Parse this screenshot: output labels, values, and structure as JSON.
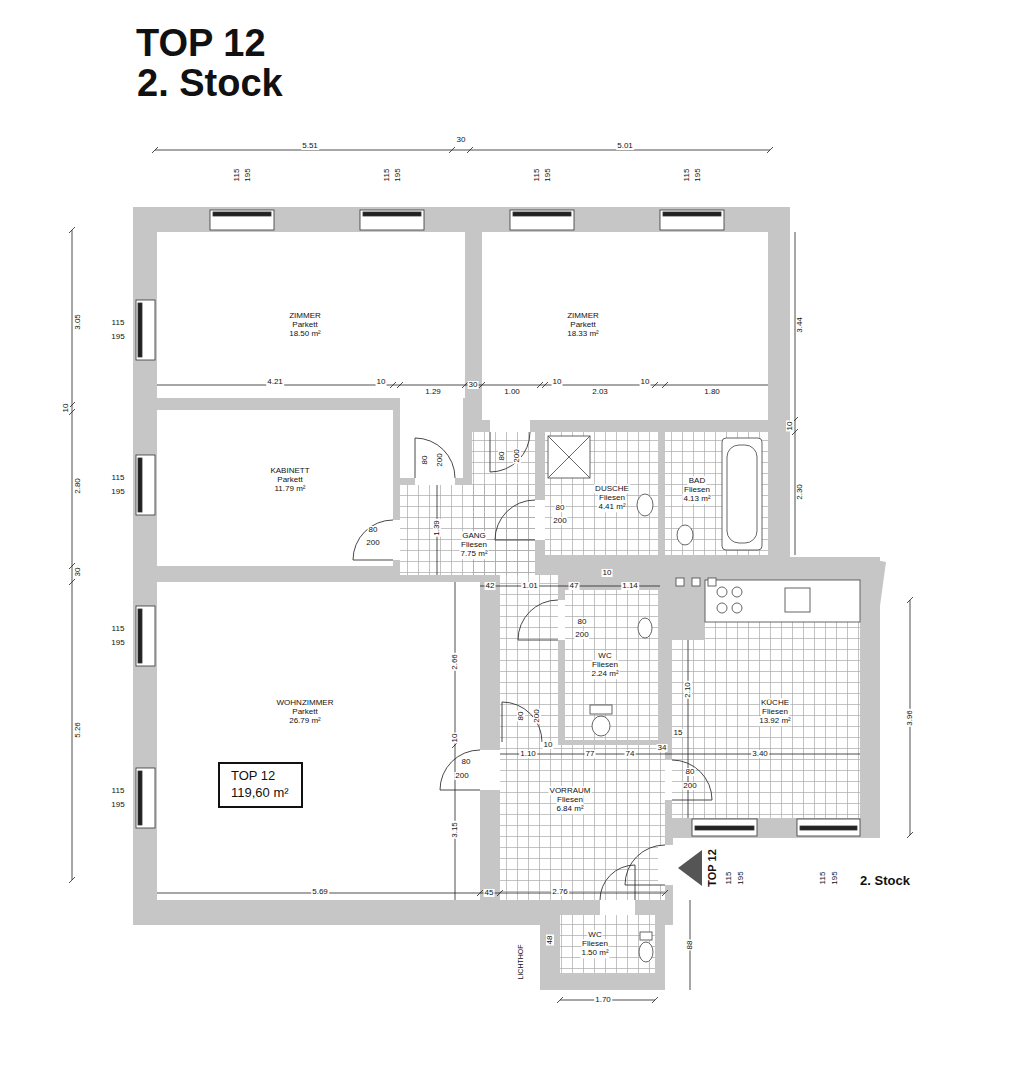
{
  "diagram": {
    "title": "TOP 12",
    "nodes": [
      {
        "text": [
          "ZIMMER",
          "Parkett",
          "18.50 m²"
        ]
      },
      {
        "text": [
          "ZIMMER",
          "Parkett",
          "18.33 m²"
        ]
      },
      {
        "text": [
          "KABINETT",
          "Parkett",
          "11.79 m²"
        ]
      },
      {
        "text": [
          "GANG",
          "Fliesen",
          "7.75 m²"
        ]
      },
      {
        "text": [
          "DUSCHE",
          "Fliesen",
          "4.41 m²"
        ]
      },
      {
        "text": [
          "BAD",
          "Fliesen",
          "4.13 m²"
        ]
      },
      {
        "text": [
          "WOHNZIMMER",
          "Parkett",
          "26.79 m²"
        ]
      },
      {
        "text": [
          "TOP 12",
          "119,60 m²"
        ],
        "in": 6
      },
      {
        "text": [
          "WC",
          "Fliesen",
          "2.24 m²"
        ]
      },
      {
        "text": [
          "KÜCHE",
          "Fliesen",
          "13.92 m²"
        ]
      },
      {
        "text": [
          "VORRAUM",
          "Fliesen",
          "6.84 m²"
        ]
      },
      {
        "text": [
          "WC",
          "Fliesen",
          "1.50 m²"
        ]
      }
    ],
    "labels": [
      "2. Stock",
      "5.51",
      "30",
      "5.01",
      "115",
      "195",
      "115",
      "195",
      "115",
      "195",
      "115",
      "195",
      "3.05",
      "10",
      "2.80",
      "30",
      "5.26",
      "115",
      "195",
      "115",
      "195",
      "115",
      "195",
      "115",
      "195",
      "4.21",
      "10",
      "1.29",
      "30",
      "1.00",
      "10",
      "2.03",
      "10",
      "1.80",
      "3.44",
      "10",
      "2.30",
      "3.96",
      "1.39",
      "42",
      "1.01",
      "47",
      "10",
      "1.14",
      "2.66",
      "2.10",
      "10",
      "1.10",
      "10",
      "77",
      "74",
      "34",
      "15",
      "3.40",
      "3.15",
      "5.69",
      "45",
      "2.76",
      "1.70",
      "88",
      "48",
      "LICHTHOF",
      "80",
      "200",
      "80",
      "200",
      "80",
      "200",
      "80",
      "200",
      "80",
      "200",
      "80",
      "200",
      "80",
      "200",
      "80",
      "200",
      "115",
      "195",
      "115",
      "195",
      "TOP 12",
      "2. Stock"
    ]
  }
}
